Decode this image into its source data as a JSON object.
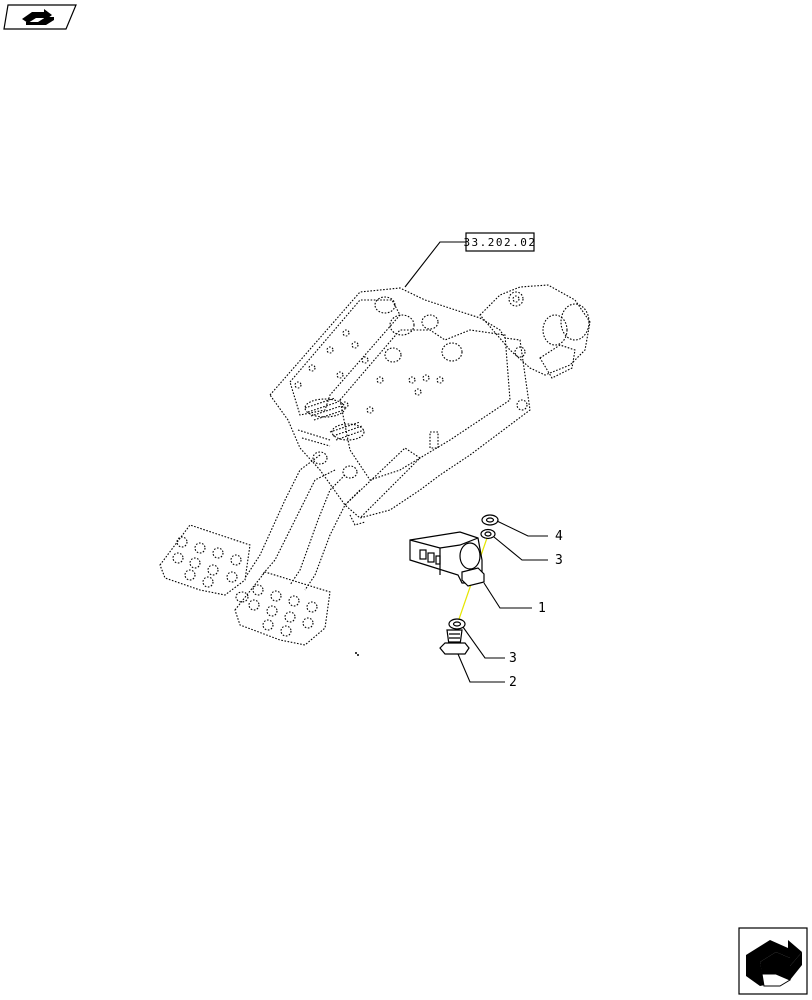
{
  "reference_box": {
    "text": "33.202.02"
  },
  "callouts": [
    {
      "id": "callout-4",
      "text": "4"
    },
    {
      "id": "callout-3a",
      "text": "3"
    },
    {
      "id": "callout-1",
      "text": "1"
    },
    {
      "id": "callout-3b",
      "text": "3"
    },
    {
      "id": "callout-2",
      "text": "2"
    }
  ],
  "icons": {
    "top_left": "part-icon",
    "bottom_right": "next-page-arrow-icon"
  },
  "colors": {
    "line": "#000000",
    "background": "#ffffff",
    "axis_highlight": "#e6e600"
  }
}
